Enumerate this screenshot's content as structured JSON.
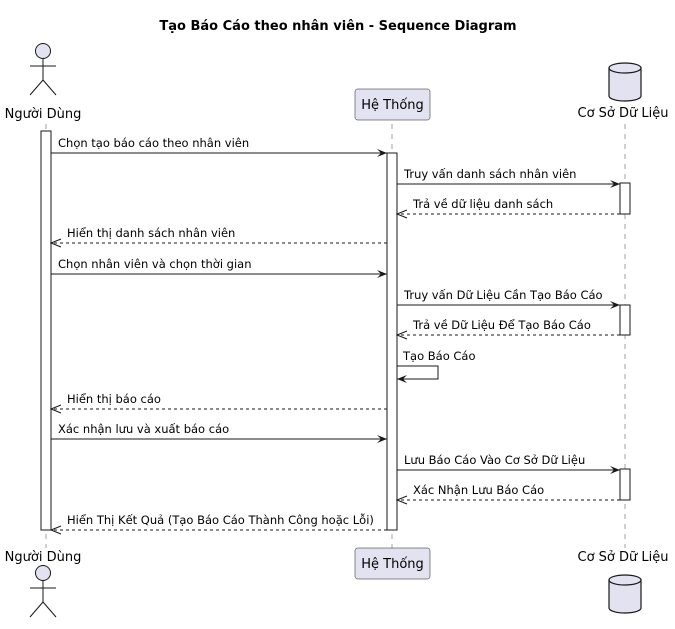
{
  "title": "Tạo Báo Cáo theo nhân viên - Sequence Diagram",
  "participants": [
    {
      "id": "user",
      "label": "Người Dùng",
      "icon": "actor-icon"
    },
    {
      "id": "system",
      "label": "Hệ Thống",
      "icon": "participant-box"
    },
    {
      "id": "db",
      "label": "Cơ Sở Dữ Liệu",
      "icon": "database-icon"
    }
  ],
  "messages": [
    {
      "from": "user",
      "to": "system",
      "label": "Chọn tạo báo cáo theo nhân viên",
      "type": "sync"
    },
    {
      "from": "system",
      "to": "db",
      "label": "Truy vấn danh sách nhân viên",
      "type": "sync"
    },
    {
      "from": "db",
      "to": "system",
      "label": "Trả về dữ liệu danh sách",
      "type": "return"
    },
    {
      "from": "system",
      "to": "user",
      "label": "Hiển thị danh sách nhân viên",
      "type": "return"
    },
    {
      "from": "user",
      "to": "system",
      "label": "Chọn nhân viên và chọn thời gian",
      "type": "sync"
    },
    {
      "from": "system",
      "to": "db",
      "label": "Truy vấn Dữ Liệu Cần Tạo Báo Cáo",
      "type": "sync"
    },
    {
      "from": "db",
      "to": "system",
      "label": "Trả về Dữ Liệu Để Tạo Báo Cáo",
      "type": "return"
    },
    {
      "from": "system",
      "to": "system",
      "label": "Tạo Báo Cáo",
      "type": "self"
    },
    {
      "from": "system",
      "to": "user",
      "label": "Hiển thị báo cáo",
      "type": "return"
    },
    {
      "from": "user",
      "to": "system",
      "label": "Xác nhận lưu và xuất báo cáo",
      "type": "sync"
    },
    {
      "from": "system",
      "to": "db",
      "label": "Lưu Báo Cáo Vào Cơ Sở Dữ Liệu",
      "type": "sync"
    },
    {
      "from": "db",
      "to": "system",
      "label": "Xác Nhận Lưu Báo Cáo",
      "type": "return"
    },
    {
      "from": "system",
      "to": "user",
      "label": "Hiển Thị Kết Quả (Tạo Báo Cáo Thành Công hoặc Lỗi)",
      "type": "return"
    }
  ],
  "colors": {
    "participant_fill": "#E2E2F0",
    "line": "#181818",
    "lifeline": "#A0A0A0"
  }
}
